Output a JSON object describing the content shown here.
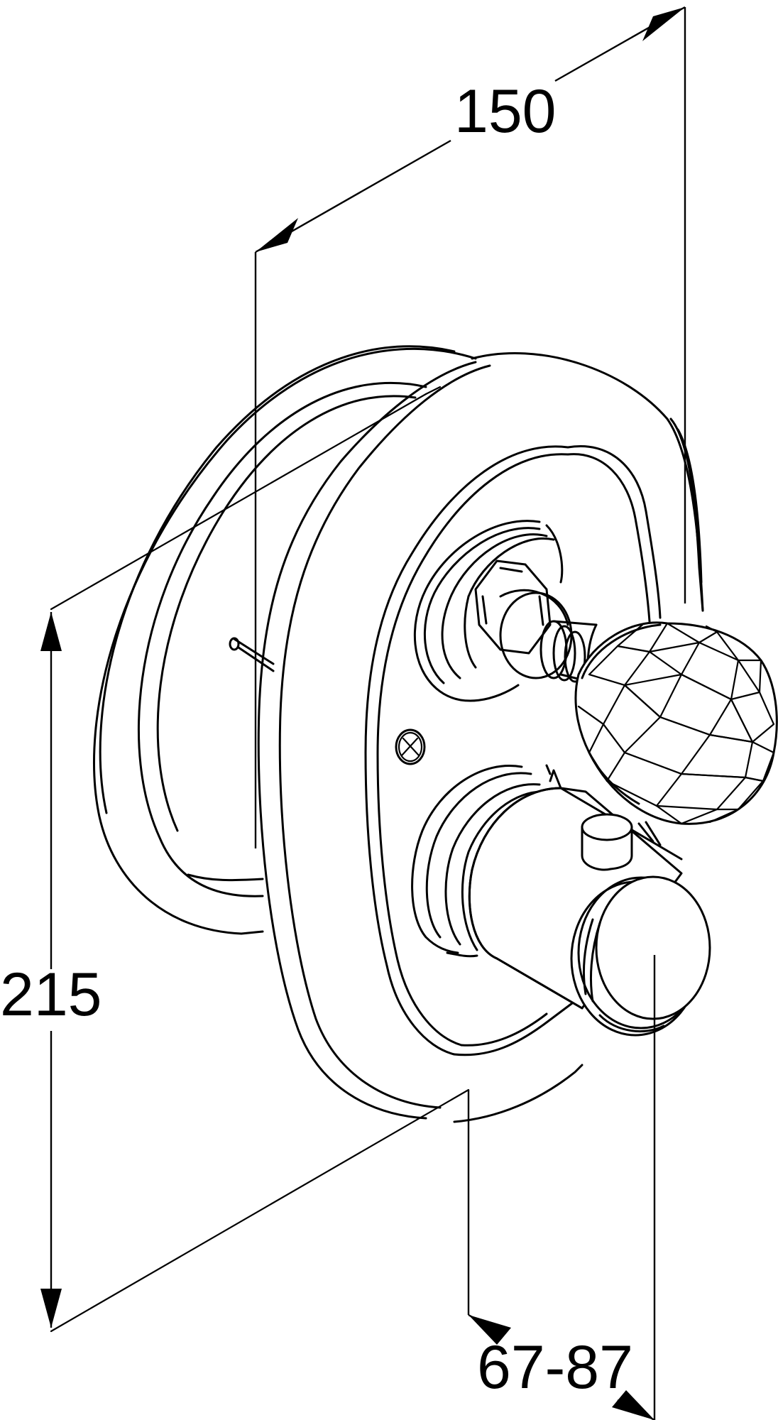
{
  "dimensions": {
    "width_label": "150",
    "height_label": "215",
    "depth_label": "67-87"
  }
}
